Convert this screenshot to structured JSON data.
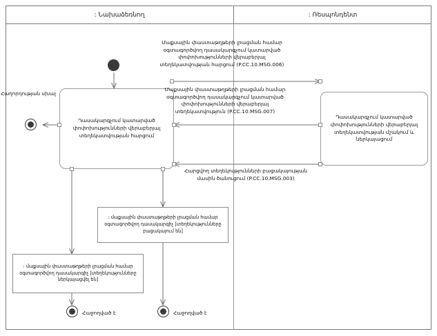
{
  "diagram": {
    "type": "uml-activity-diagram-with-swimlanes",
    "lanes": [
      {
        "name": "initiator-lane",
        "title": ": Նախաձեռնող"
      },
      {
        "name": "respondent-lane",
        "title": ": Ռեսպոնդենտ"
      }
    ]
  },
  "activities": {
    "request": "Դասակարգչում կատարված փոփոխությունների վերաբերյալ տեղեկատվության հարցում",
    "process": "Դասակարգչում կատարված փոփոխությունների վերաբերյալ տեղեկատվության մշակում և ներկայացում"
  },
  "messages": {
    "msg006": "Մաքսային փաստաթղթերի լրացման համար օգտագործվող դասակարգչում կատարված փոփոխությունների վերաբերյալ տեղեկատվության հարցում (P.CC.10.MSG.006)",
    "msg007": "Մաքսային փաստաթղթերի լրացման համար օգտագործվող դասակարգչում կատարված փոփոխությունների վերաբերյալ տեղեկատվություն (P.CC.10.MSG.007)",
    "msg003": "Հարցվող տեղեկությունների բացակայության մասին ծանուցում (P.CC.10.MSG.003)"
  },
  "objects": {
    "absent": ": մաքսային փաստաթղթերի լրացման համար օգտագործվող դասակարգիչ [տեղեկությունները բացակայում են]",
    "provided": ": մաքսային փաստաթղթերի լրացման համար օգտագործվող դասակարգիչ [տեղեկությունները ներկայացվել են]"
  },
  "labels": {
    "error": "Հաղորդության սխալ",
    "success_left": "Հաջողված է",
    "success_right": "Հաջողված է"
  },
  "colors": {
    "frame_stroke": "#7a7a7a",
    "box_stroke": "#9a9a9a",
    "node_fill": "#3a3a3a",
    "edge_stroke": "#6f6f6f",
    "background": "#ffffff",
    "text": "#111111"
  }
}
